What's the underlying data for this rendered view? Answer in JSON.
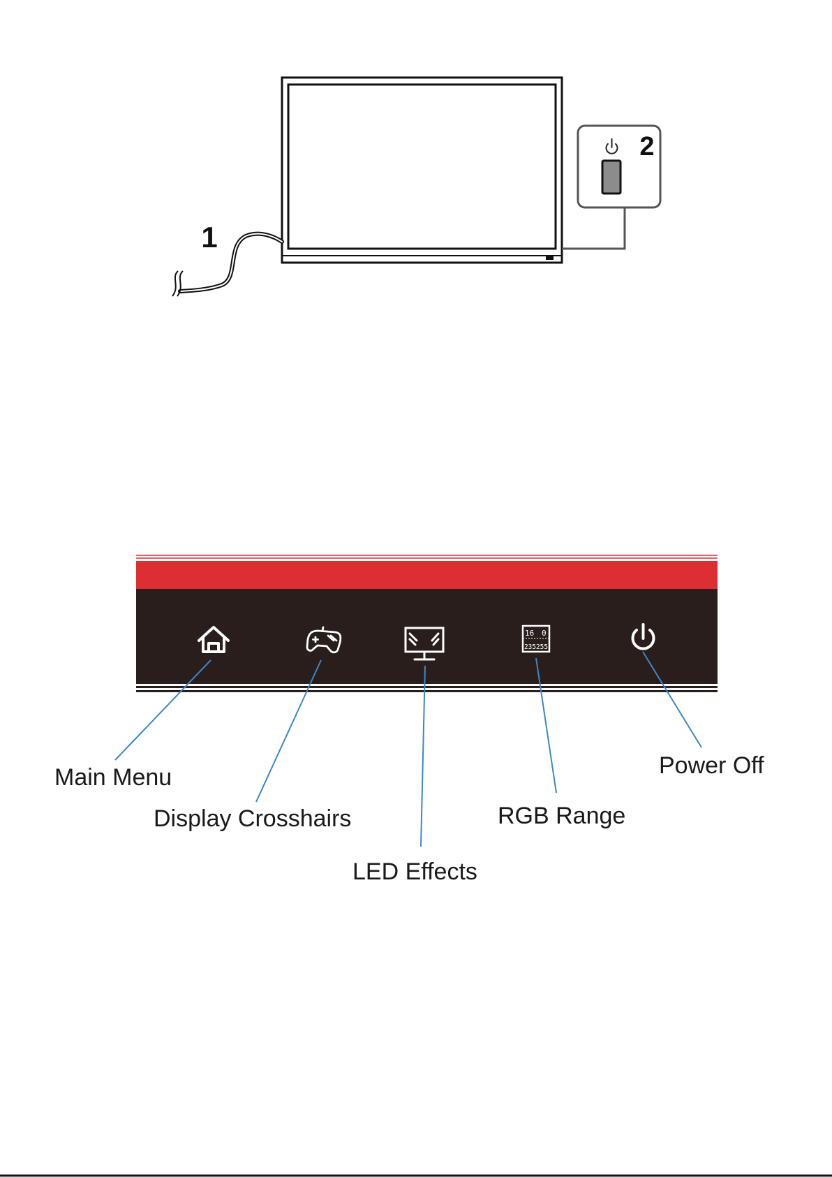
{
  "monitor_figure": {
    "cable_callout": "1",
    "power_button_callout": "2"
  },
  "osd_bar": {
    "accent_color": "#dc2f34",
    "bar_color": "#2a1e1c",
    "icon_color": "#ffffff",
    "leader_color": "#3d87c8",
    "buttons": [
      {
        "label": "Main Menu",
        "icon": "home-icon"
      },
      {
        "label": "Display Crosshairs",
        "icon": "gamepad-icon"
      },
      {
        "label": "LED Effects",
        "icon": "monitor-led-icon"
      },
      {
        "label": "RGB Range",
        "icon": "rgb-range-icon"
      },
      {
        "label": "Power Off",
        "icon": "power-icon"
      }
    ],
    "rgb_range_icon_text": {
      "top_left": "16",
      "top_right": "0",
      "bottom": "235255"
    }
  }
}
